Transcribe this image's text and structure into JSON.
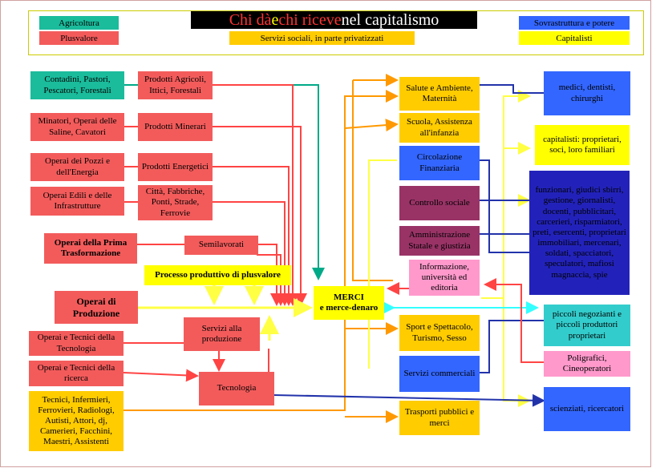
{
  "title": {
    "part1": "Chi dà",
    "part2": " e ",
    "part3": "chi riceve",
    "part4": " nel capitalismo"
  },
  "legend": {
    "agricoltura": "Agricoltura",
    "plusvalore": "Plusvalore",
    "servizi_sociali": "Servizi sociali, in parte privatizzati",
    "sovrastruttura": "Sovrastruttura e potere",
    "capitalisti": "Capitalisti"
  },
  "colors": {
    "agricoltura": "#1abc9c",
    "plusvalore": "#f35b5b",
    "servizi": "#ffcc00",
    "sovrastruttura": "#3366ff",
    "capitalisti": "#ffff00",
    "controllo": "#993366",
    "informazione": "#ff99cc",
    "dark_blue": "#2222bb",
    "arrow_teal": "#00aa88",
    "arrow_red": "#ff4444",
    "arrow_orange": "#ff9900",
    "arrow_yellow": "#ffff44",
    "arrow_blue": "#2233aa",
    "arrow_cyan": "#33ffff"
  },
  "left": {
    "contadini": "Contadini, Pastori, Pescatori, Forestali",
    "prodotti_agricoli": "Prodotti Agricoli, Ittici, Forestali",
    "minatori": "Minatori, Operai delle Saline, Cavatori",
    "prodotti_minerari": "Prodotti Minerari",
    "operai_pozzi": "Operai dei Pozzi e dell'Energia",
    "prodotti_energetici": "Prodotti Energetici",
    "operai_edili": "Operai Edili e delle Infrastrutture",
    "citta": "Città, Fabbriche, Ponti, Strade, Ferrovie",
    "prima_trasformazione": "Operai della Prima Trasformazione",
    "semilavorati": "Semilavorati",
    "processo": "Processo produttivo di plusvalore",
    "operai_produzione": "Operai di Produzione",
    "servizi_produzione": "Servizi alla produzione",
    "tecnici_tecnologia": "Operai e Tecnici della Tecnologia",
    "tecnici_ricerca": "Operai e Tecnici della ricerca",
    "tecnologia": "Tecnologia",
    "tecnici_vari": "Tecnici, Infermieri, Ferrovieri, Radiologi, Autisti, Attori, dj, Camerieri, Facchini, Maestri, Assistenti"
  },
  "center": {
    "merci_line1": "MERCI",
    "merci_line2": "e merce-denaro",
    "salute": "Salute e Ambiente, Maternità",
    "scuola": "Scuola, Assistenza all'infanzia",
    "circolazione": "Circolazione Finanziaria",
    "controllo": "Controllo sociale",
    "amministrazione": "Amministrazione Statale e giustizia",
    "informazione": "Informazione, università ed editoria",
    "sport": "Sport e Spettacolo, Turismo, Sesso",
    "servizi_commerciali": "Servizi commerciali",
    "trasporti": "Trasporti pubblici e merci"
  },
  "right": {
    "medici": "medici, dentisti, chirurghi",
    "capitalisti": "capitalisti: proprietari, soci, loro familiari",
    "funzionari": "funzionari, giudici sbirri, gestione, giornalisti, docenti, pubblicitari, carcerieri, risparmiatori, preti, esercenti, proprietari immobiliari, mercenari, soldati, spacciatori, speculatori, mafiosi magnaccia, spie",
    "negozianti": "piccoli negozianti e piccoli produttori proprietari",
    "poligrafici": "Poligrafici, Cineoperatori",
    "scienziati": "scienziati, ricercatori"
  }
}
